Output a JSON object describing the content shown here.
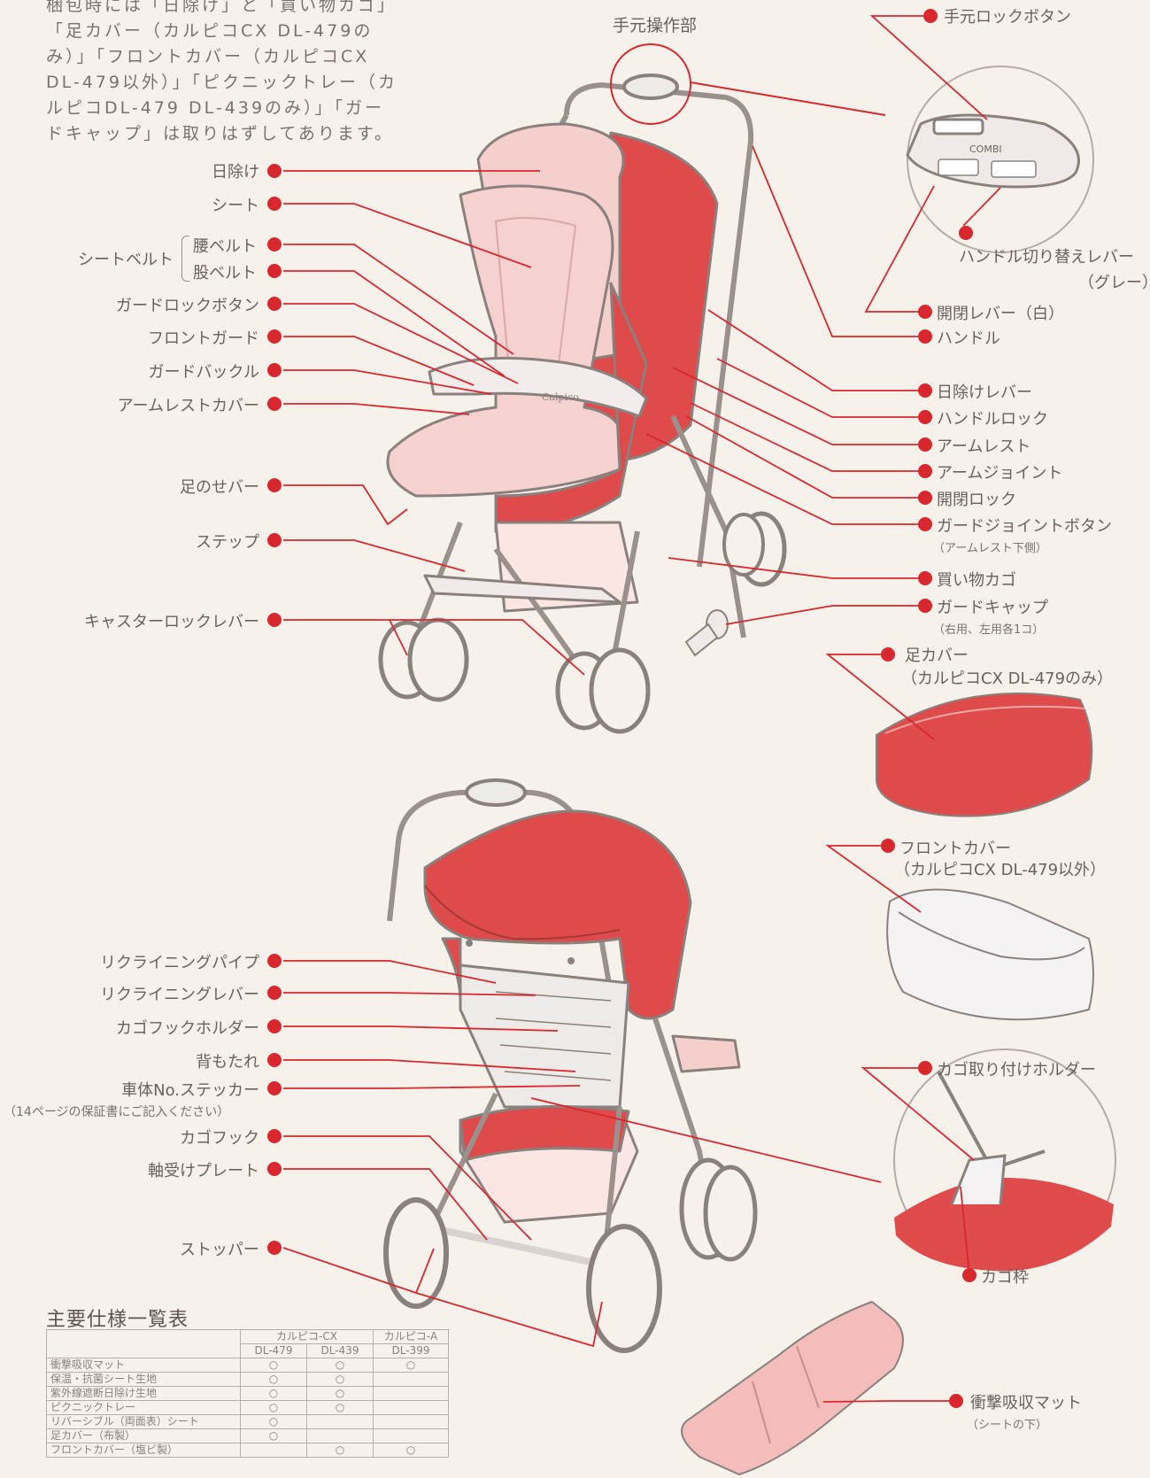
{
  "intro_text": "梱包時には「日除け」と「買い物カゴ」「足カバー（カルピコCX DL-479のみ）」「フロントカバー（カルピコCX DL-479以外）」「ピクニックトレー（カルピコDL-479 DL-439のみ）」「ガードキャップ」は取りはずしてあります。",
  "top_callout": "手元操作部",
  "left_labels": {
    "sunshade": "日除け",
    "seat": "シート",
    "seatbelt_group": "シートベルト",
    "waist_belt": "腰ベルト",
    "crotch_belt": "股ベルト",
    "guard_lock_button": "ガードロックボタン",
    "front_guard": "フロントガード",
    "guard_buckle": "ガードバックル",
    "armrest_cover": "アームレストカバー",
    "footrest_bar": "足のせバー",
    "step": "ステップ",
    "caster_lock_lever": "キャスターロックレバー"
  },
  "right_labels": {
    "hand_lock_button": "手元ロックボタン",
    "handle_switch_lever": "ハンドル切り替えレバー",
    "handle_switch_lever_note": "（グレー）",
    "open_close_lever": "開閉レバー（白）",
    "handle": "ハンドル",
    "sunshade_lever": "日除けレバー",
    "handle_lock": "ハンドルロック",
    "armrest": "アームレスト",
    "arm_joint": "アームジョイント",
    "open_close_lock": "開閉ロック",
    "guard_joint_button": "ガードジョイントボタン",
    "guard_joint_button_note": "（アームレスト下側）",
    "shopping_basket": "買い物カゴ",
    "guard_cap": "ガードキャップ",
    "guard_cap_note": "（右用、左用各1コ）",
    "foot_cover": "足カバー",
    "foot_cover_note": "（カルピコCX DL-479のみ）",
    "front_cover": "フロントカバー",
    "front_cover_note": "（カルピコCX DL-479以外）",
    "basket_holder": "カゴ取り付けホルダー",
    "basket_frame": "カゴ枠",
    "shock_mat": "衝撃吸収マット",
    "shock_mat_note": "（シートの下）"
  },
  "rear_labels": {
    "recline_pipe": "リクライニングパイプ",
    "recline_lever": "リクライニングレバー",
    "basket_hook_holder": "カゴフックホルダー",
    "backrest": "背もたれ",
    "body_sticker": "車体No.ステッカー",
    "body_sticker_note": "（14ページの保証書にご記入ください）",
    "basket_hook": "カゴフック",
    "bearing_plate": "軸受けプレート",
    "stopper": "ストッパー"
  },
  "handle_panel_brand": "COMBI",
  "armrest_brand": "Calpico",
  "spec": {
    "title": "主要仕様一覧表",
    "groups": [
      "カルピコ-CX",
      "カルピコ-A"
    ],
    "models": [
      "DL-479",
      "DL-439",
      "DL-399"
    ],
    "rows": [
      {
        "name": "衝撃吸収マット",
        "marks": [
          "○",
          "○",
          "○"
        ]
      },
      {
        "name": "保温・抗菌シート生地",
        "marks": [
          "○",
          "○",
          ""
        ]
      },
      {
        "name": "紫外線遮断日除け生地",
        "marks": [
          "○",
          "○",
          ""
        ]
      },
      {
        "name": "ピクニックトレー",
        "marks": [
          "○",
          "○",
          ""
        ]
      },
      {
        "name": "リバーシブル（両面表）シート",
        "marks": [
          "○",
          "",
          ""
        ]
      },
      {
        "name": "足カバー（布製）",
        "marks": [
          "○",
          "",
          ""
        ]
      },
      {
        "name": "フロントカバー（塩ビ製）",
        "marks": [
          "",
          "○",
          "○"
        ]
      }
    ]
  },
  "colors": {
    "accent": "#d9282d",
    "fabric": "#df4a4a",
    "pink": "#f4cfcc",
    "frame": "#8a817e"
  }
}
